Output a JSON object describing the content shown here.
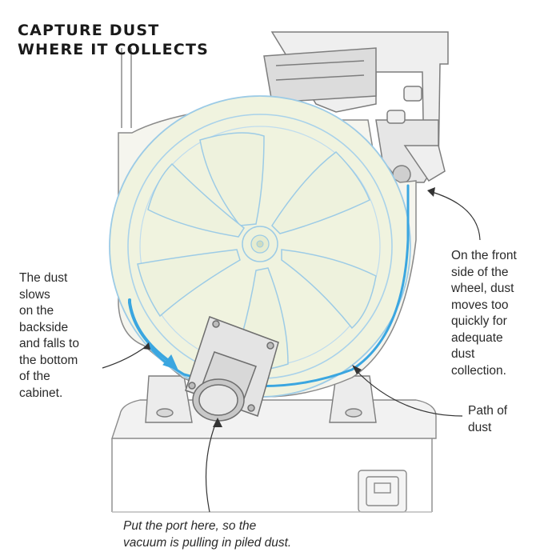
{
  "title": {
    "line1": "CAPTURE DUST",
    "line2": "WHERE IT COLLECTS"
  },
  "callouts": {
    "left": [
      "The dust",
      "slows",
      "on the",
      "backside",
      "and falls to",
      "the bottom",
      "of the",
      "cabinet."
    ],
    "right": [
      "On the front",
      "side of the",
      "wheel, dust",
      "moves too",
      "quickly for",
      "adequate",
      "dust",
      "collection."
    ],
    "path": [
      "Path of",
      "dust"
    ],
    "bottom": [
      "Put the port here, so the",
      "vacuum is pulling in piled dust."
    ]
  },
  "colors": {
    "dust_path": "#3aa6e0",
    "wheel_fill": "#f0f3df",
    "wheel_outline": "#9ccbe6",
    "pencil": "#7a7a7a"
  }
}
